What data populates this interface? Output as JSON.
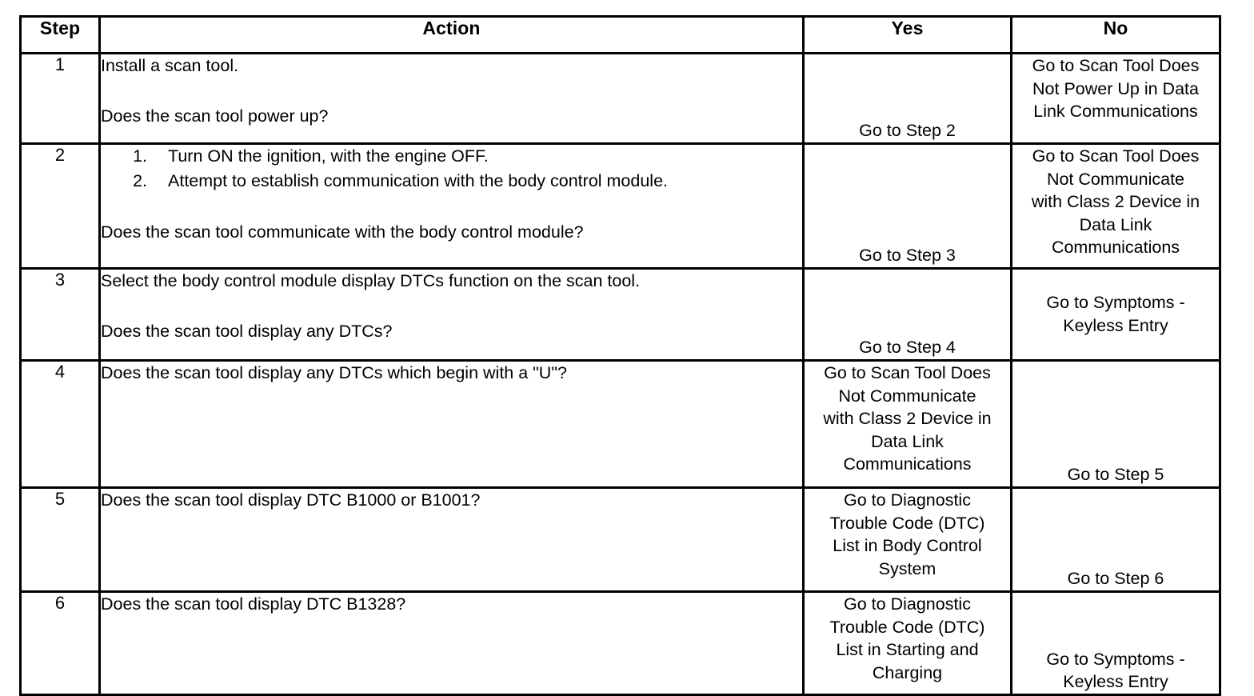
{
  "table": {
    "columns": [
      {
        "key": "step",
        "label": "Step"
      },
      {
        "key": "action",
        "label": "Action"
      },
      {
        "key": "yes",
        "label": "Yes"
      },
      {
        "key": "no",
        "label": "No"
      }
    ],
    "rows": [
      {
        "step": "1",
        "action_intro": "Install a scan tool.",
        "action_question": "Does the scan tool power up?",
        "action_items": [],
        "yes": "Go to Step 2",
        "no": "Go to Scan Tool Does\nNot Power Up in Data\nLink Communications"
      },
      {
        "step": "2",
        "action_intro": "",
        "action_question": "Does the scan tool communicate with the body control module?",
        "action_items": [
          {
            "num": "1.",
            "text": "Turn ON the ignition, with the engine OFF."
          },
          {
            "num": "2.",
            "text": "Attempt to establish communication with the body control module."
          }
        ],
        "yes": "Go to Step 3",
        "no": "Go to Scan Tool Does\nNot Communicate\nwith Class 2 Device in\nData Link\nCommunications"
      },
      {
        "step": "3",
        "action_intro": "Select the body control module display DTCs function on the scan tool.",
        "action_question": "Does the scan tool display any DTCs?",
        "action_items": [],
        "yes": "Go to Step 4",
        "no": "Go to Symptoms -\nKeyless Entry"
      },
      {
        "step": "4",
        "action_intro": "Does the scan tool display any DTCs which begin with a \"U\"?",
        "action_question": "",
        "action_items": [],
        "yes": "Go to Scan Tool Does\nNot Communicate\nwith Class 2 Device in\nData Link\nCommunications",
        "no": "Go to Step 5"
      },
      {
        "step": "5",
        "action_intro": "Does the scan tool display DTC B1000 or B1001?",
        "action_question": "",
        "action_items": [],
        "yes": "Go to Diagnostic\nTrouble Code (DTC)\nList in Body Control\nSystem",
        "no": "Go to Step 6"
      },
      {
        "step": "6",
        "action_intro": "Does the scan tool display DTC B1328?",
        "action_question": "",
        "action_items": [],
        "yes": "Go to Diagnostic\nTrouble Code (DTC)\nList in Starting and\nCharging",
        "no": "Go to Symptoms -\nKeyless Entry"
      }
    ]
  }
}
